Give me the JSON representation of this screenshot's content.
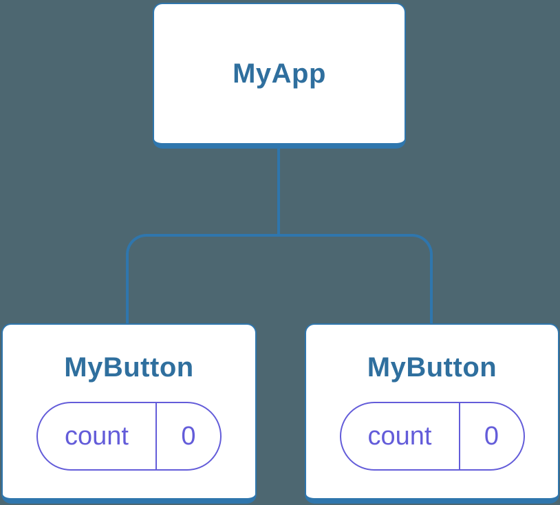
{
  "colors": {
    "background": "#4d6771",
    "connector": "#2f76ad",
    "node_border": "#2f76ad",
    "node_fill": "#ffffff",
    "node_label": "#2f6f9e",
    "state_pill": "#635cd9"
  },
  "tree": {
    "root": {
      "label": "MyApp"
    },
    "children": [
      {
        "label": "MyButton",
        "state": {
          "key": "count",
          "value": "0"
        }
      },
      {
        "label": "MyButton",
        "state": {
          "key": "count",
          "value": "0"
        }
      }
    ]
  }
}
